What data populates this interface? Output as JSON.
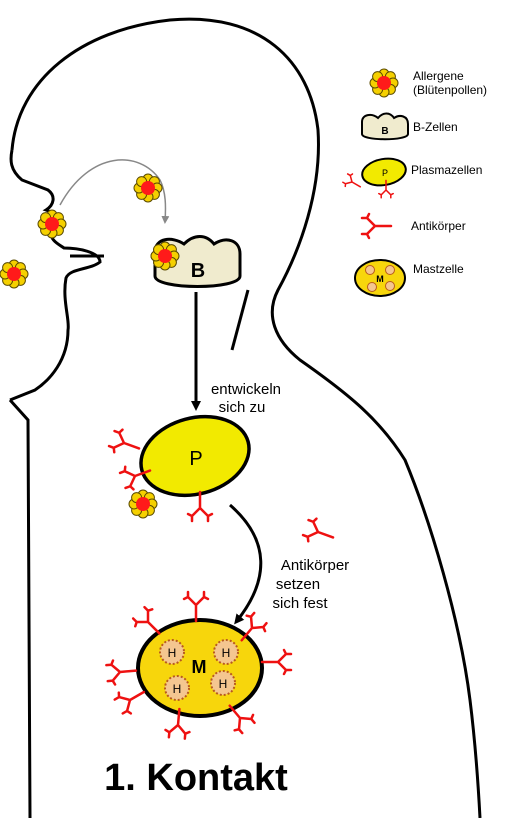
{
  "legend": {
    "allergen_line1": "Allergene",
    "allergen_line2": "(Blütenpollen)",
    "b_cell": "B-Zellen",
    "plasma_cell": "Plasmazellen",
    "antibody": "Antikörper",
    "mast_cell": "Mastzelle"
  },
  "cells": {
    "b_letter": "B",
    "p_letter": "P",
    "m_letter": "M",
    "h_letter": "H"
  },
  "arrows": {
    "develop_line1": "entwickeln",
    "develop_line2": "sich zu",
    "attach_line1": "Antikörper",
    "attach_line2": "setzen",
    "attach_line3": "sich fest"
  },
  "title": "1. Kontakt",
  "colors": {
    "pollen_petal": "#f5d000",
    "pollen_core": "#ff1a1a",
    "b_cell_fill": "#f0ebce",
    "plasma_fill": "#f2ea00",
    "mast_fill": "#f7d60c",
    "histamine_fill": "#f4c690",
    "antibody": "#ee1111"
  }
}
